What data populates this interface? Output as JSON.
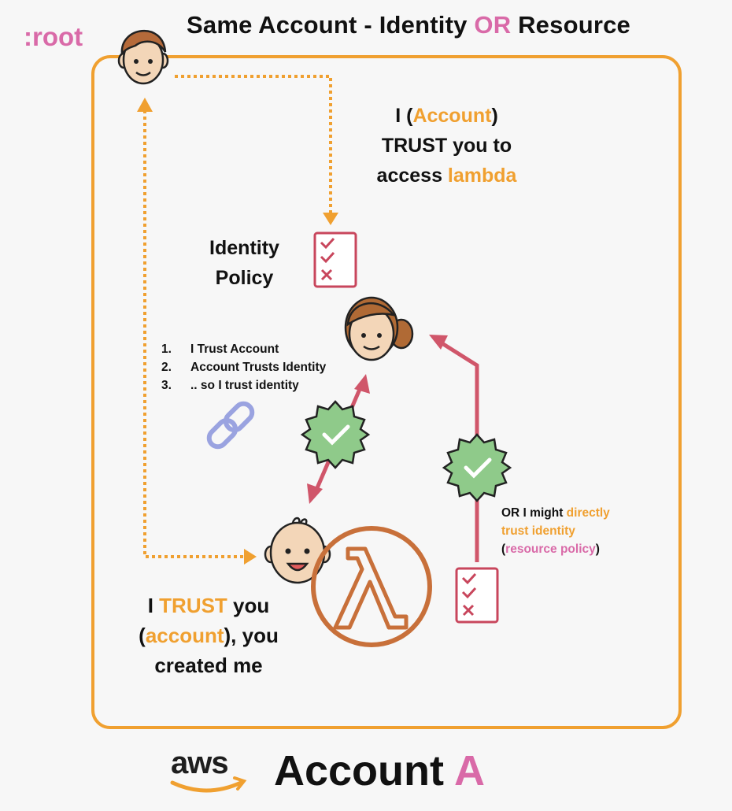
{
  "title": {
    "before": "Same Account - Identity ",
    "or": "OR",
    "after": " Resource"
  },
  "root_label": ":root",
  "account_trust": {
    "line1_a": "I (",
    "line1_b": "Account",
    "line1_c": ")",
    "line2": "TRUST you to",
    "line3_a": "access ",
    "line3_b": "lambda"
  },
  "identity_policy": {
    "line1": "Identity",
    "line2": "Policy"
  },
  "steps": [
    {
      "num": "1.",
      "text": "I Trust Account"
    },
    {
      "num": "2.",
      "text": "Account Trusts Identity"
    },
    {
      "num": "3.",
      "text": ".. so I trust identity"
    }
  ],
  "direct_trust": {
    "line1_a": "OR I might ",
    "line1_b": "directly",
    "line2": "trust identity",
    "line3_a": "(",
    "line3_b": "resource policy",
    "line3_c": ")"
  },
  "lambda_trust": {
    "line1_a": "I ",
    "line1_b": "TRUST",
    "line1_c": " you",
    "line2_a": "(",
    "line2_b": "account",
    "line2_c": "), you",
    "line3": "created me"
  },
  "footer": {
    "aws_logo": "aws",
    "account_text": "Account ",
    "account_letter": "A"
  },
  "colors": {
    "orange": "#f0a030",
    "pink": "#d96aa8",
    "red": "#d0566a",
    "lambda": "#c8703a",
    "green": "#8fca8a",
    "chain": "#9aa3e0"
  },
  "icons": [
    "root-user-icon",
    "identity-user-icon",
    "baby-icon",
    "lambda-icon",
    "policy-document-icon",
    "verified-badge-icon",
    "chain-link-icon",
    "aws-logo-icon"
  ]
}
